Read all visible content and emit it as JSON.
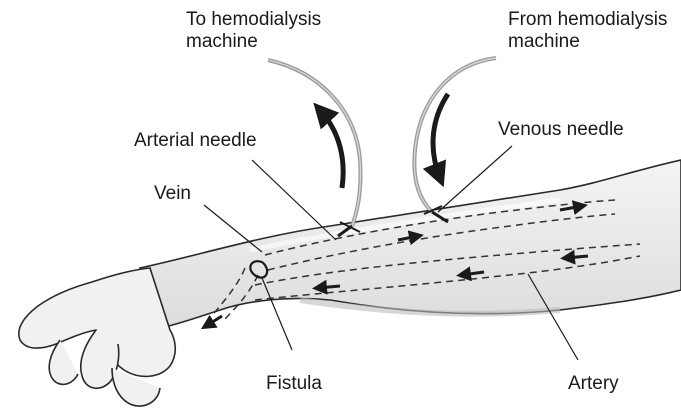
{
  "labels": {
    "to_machine": [
      "To hemodialysis",
      "machine"
    ],
    "from_machine": [
      "From hemodialysis",
      "machine"
    ],
    "arterial_needle": "Arterial needle",
    "venous_needle": "Venous needle",
    "vein": "Vein",
    "fistula": "Fistula",
    "artery": "Artery"
  },
  "colors": {
    "ink": "#1a1a1a",
    "skin_shade": "#e4e4e4",
    "tube": "#9a9a9a",
    "vessel_dash": "#333333"
  },
  "icons": [
    "flow-arrow-up-icon",
    "flow-arrow-down-icon",
    "blood-flow-arrow-icon"
  ]
}
